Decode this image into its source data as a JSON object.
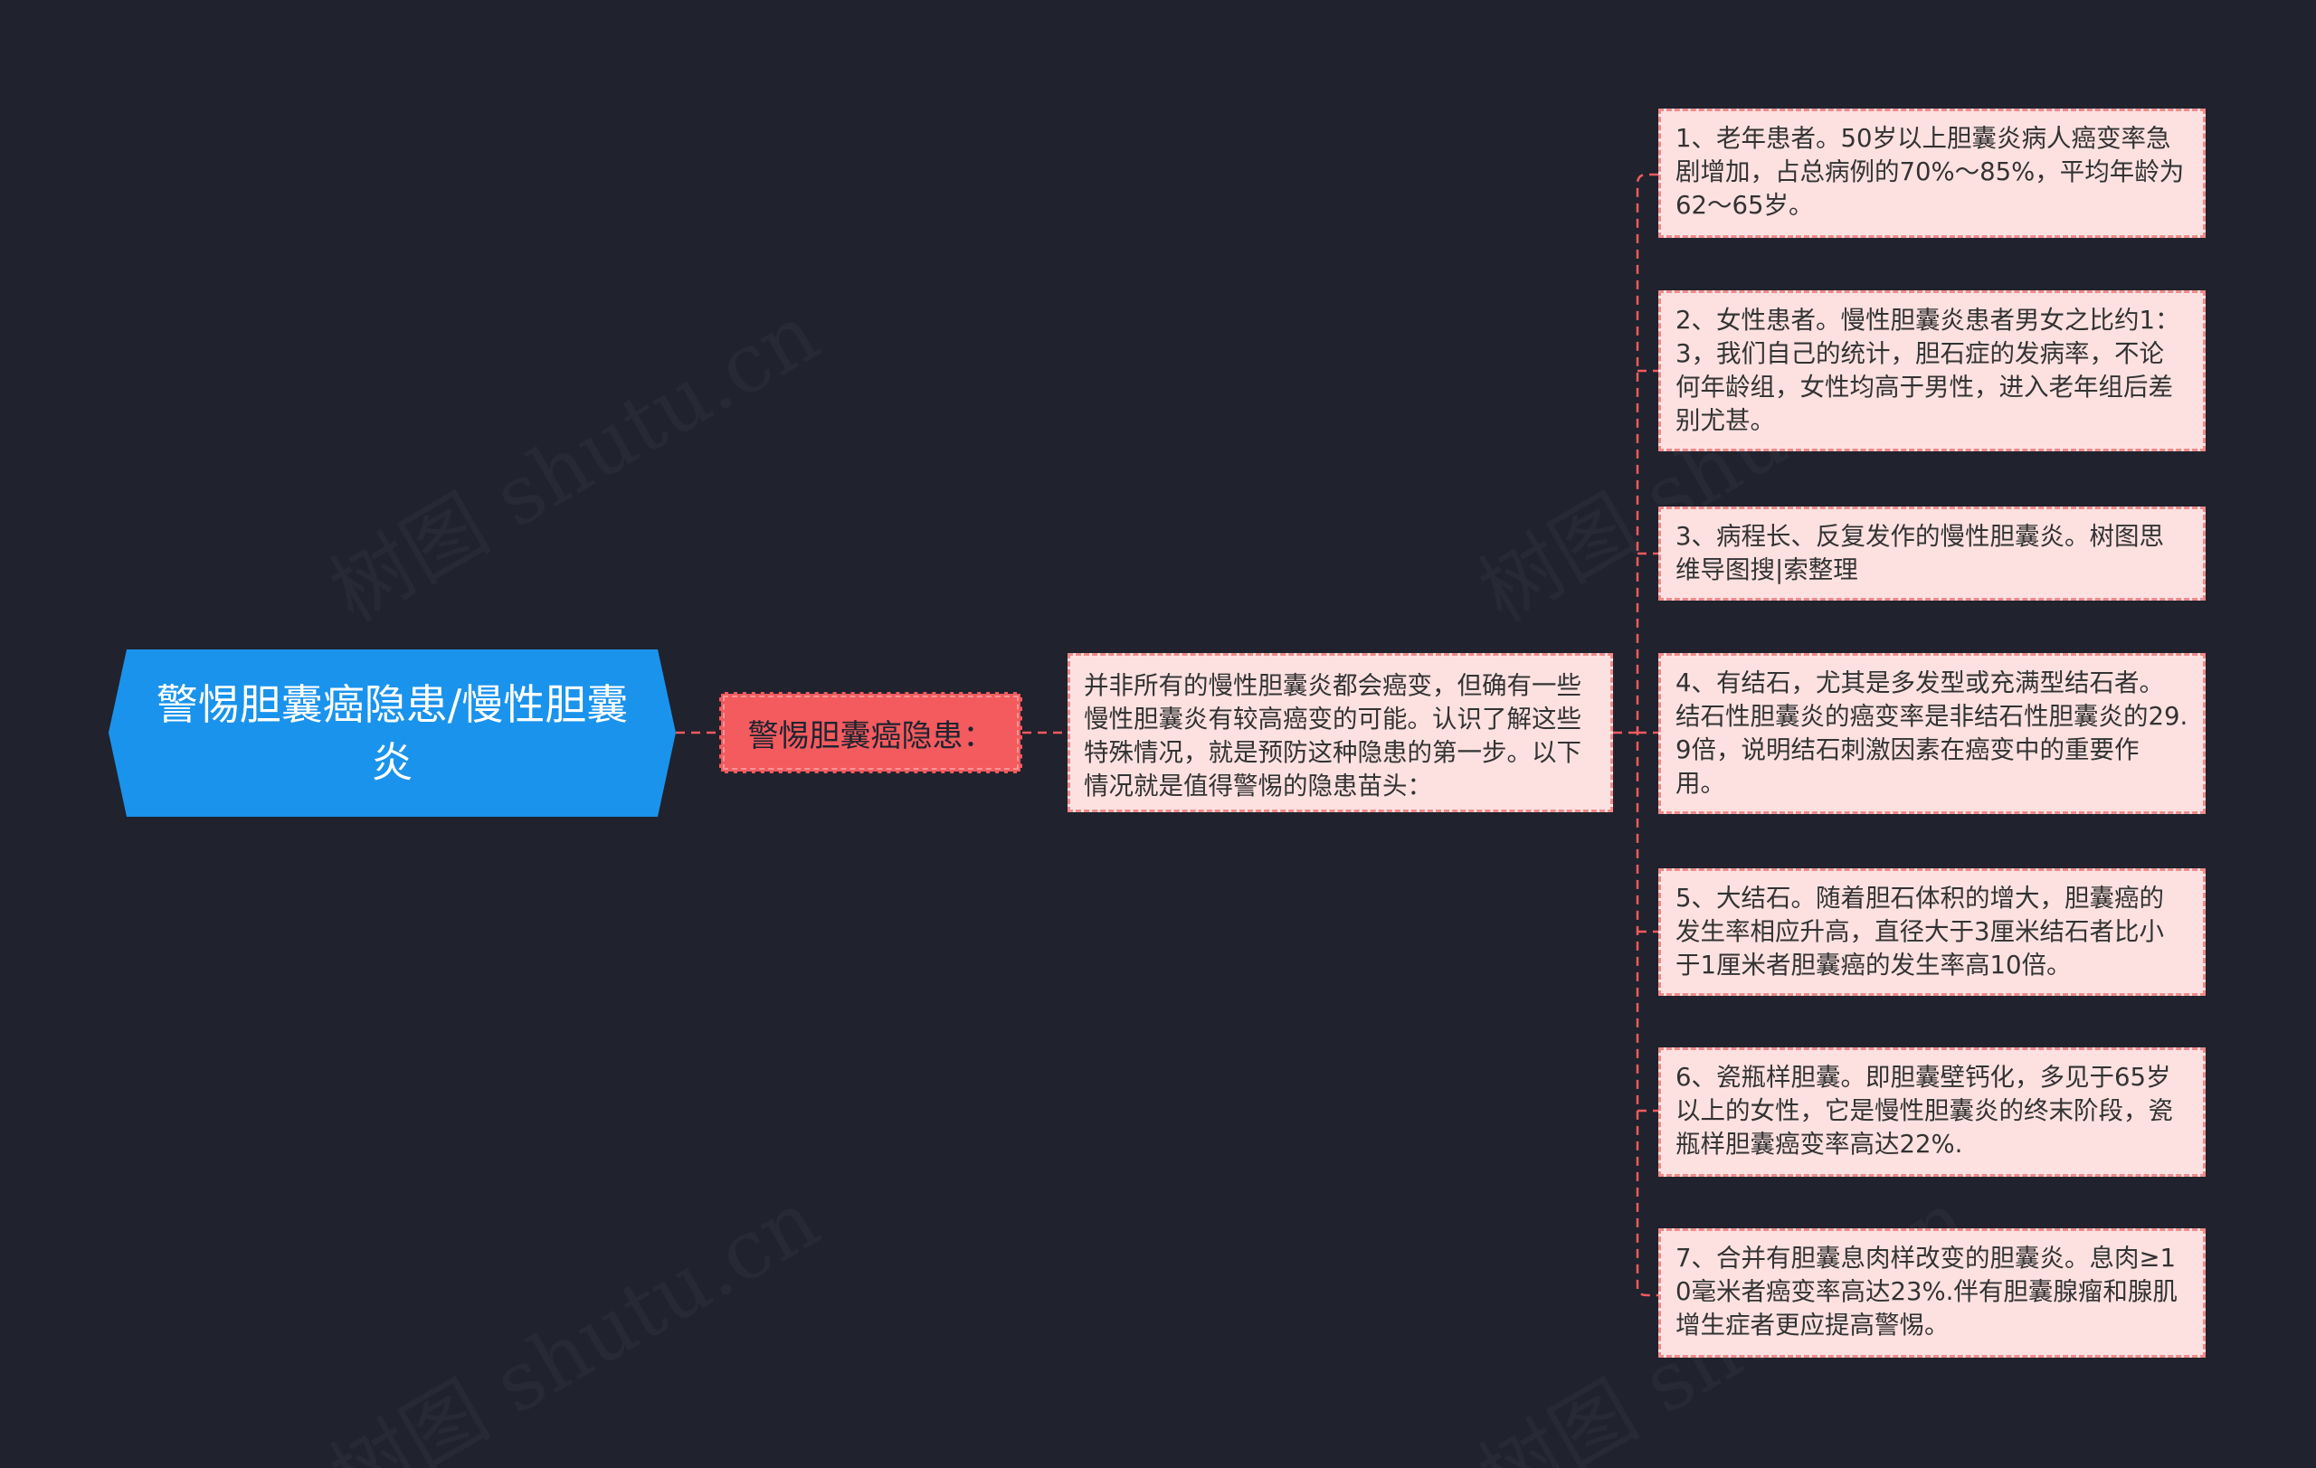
{
  "root": {
    "label": "警惕胆囊癌隐患/慢性胆囊炎",
    "color": "#1a93ec"
  },
  "branch": {
    "label": "警惕胆囊癌隐患：",
    "color": "#f35b5e"
  },
  "description": {
    "text": "并非所有的慢性胆囊炎都会癌变，但确有一些慢性胆囊炎有较高癌变的可能。认识了解这些特殊情况，就是预防这种隐患的第一步。以下情况就是值得警惕的隐患苗头："
  },
  "leaves": [
    {
      "text": "1、老年患者。50岁以上胆囊炎病人癌变率急剧增加，占总病例的70%～85%，平均年龄为62～65岁。"
    },
    {
      "text": "2、女性患者。慢性胆囊炎患者男女之比约1：3，我们自己的统计，胆石症的发病率，不论何年龄组，女性均高于男性，进入老年组后差别尤甚。"
    },
    {
      "text": "3、病程长、反复发作的慢性胆囊炎。树图思维导图搜|索整理"
    },
    {
      "text": "4、有结石，尤其是多发型或充满型结石者。结石性胆囊炎的癌变率是非结石性胆囊炎的29.9倍，说明结石刺激因素在癌变中的重要作用。"
    },
    {
      "text": "5、大结石。随着胆石体积的增大，胆囊癌的发生率相应升高，直径大于3厘米结石者比小于1厘米者胆囊癌的发生率高10倍。"
    },
    {
      "text": "6、瓷瓶样胆囊。即胆囊壁钙化，多见于65岁以上的女性，它是慢性胆囊炎的终末阶段，瓷瓶样胆囊癌变率高达22%."
    },
    {
      "text": "7、合并有胆囊息肉样改变的胆囊炎。息肉≥10毫米者癌变率高达23%.伴有胆囊腺瘤和腺肌增生症者更应提高警惕。"
    }
  ],
  "watermark": {
    "text": "树图 shutu.cn"
  },
  "colors": {
    "background": "#20222e",
    "leaf_fill": "#fde1e1",
    "leaf_border": "#f08a8a",
    "connector": "#f35b5e"
  }
}
